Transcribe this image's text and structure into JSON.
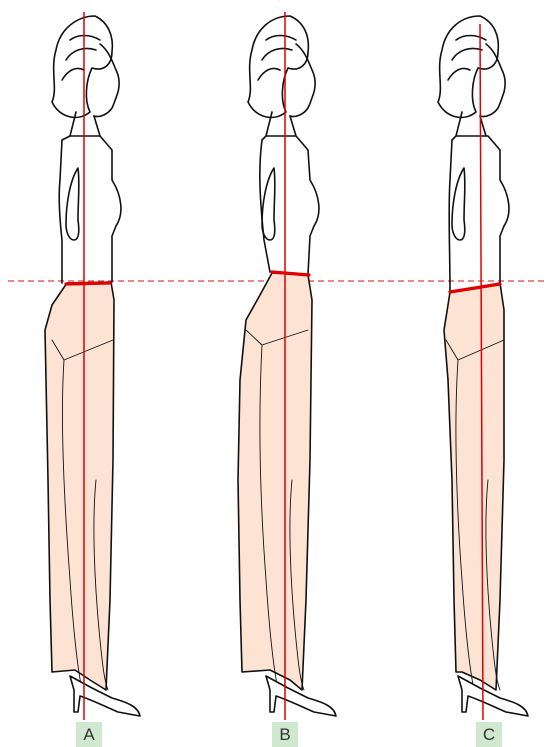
{
  "figures": [
    {
      "label": "A"
    },
    {
      "label": "B"
    },
    {
      "label": "C"
    }
  ],
  "colors": {
    "guide_line": "#e00000",
    "waist_line": "#e00000",
    "reference_line": "#e04040",
    "skirt_fill": "#fde3d4",
    "outline": "#111111",
    "label_background": "#cfe8cf",
    "label_text": "#333333"
  }
}
